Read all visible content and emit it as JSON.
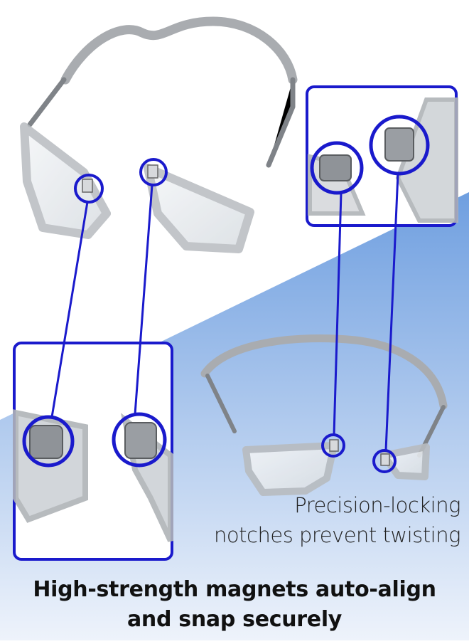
{
  "captions": {
    "secondary_line1": "Precision-locking",
    "secondary_line2": "notches prevent twisting",
    "main_line1": "High-strength magnets auto-align",
    "main_line2": "and snap securely"
  },
  "colors": {
    "accent_blue": "#1a1acc",
    "background_gradient": "#9dbde8",
    "frame_gray": "#a9acb0"
  },
  "icons": [
    "magnet-connector-icon",
    "zoom-circle-icon"
  ]
}
